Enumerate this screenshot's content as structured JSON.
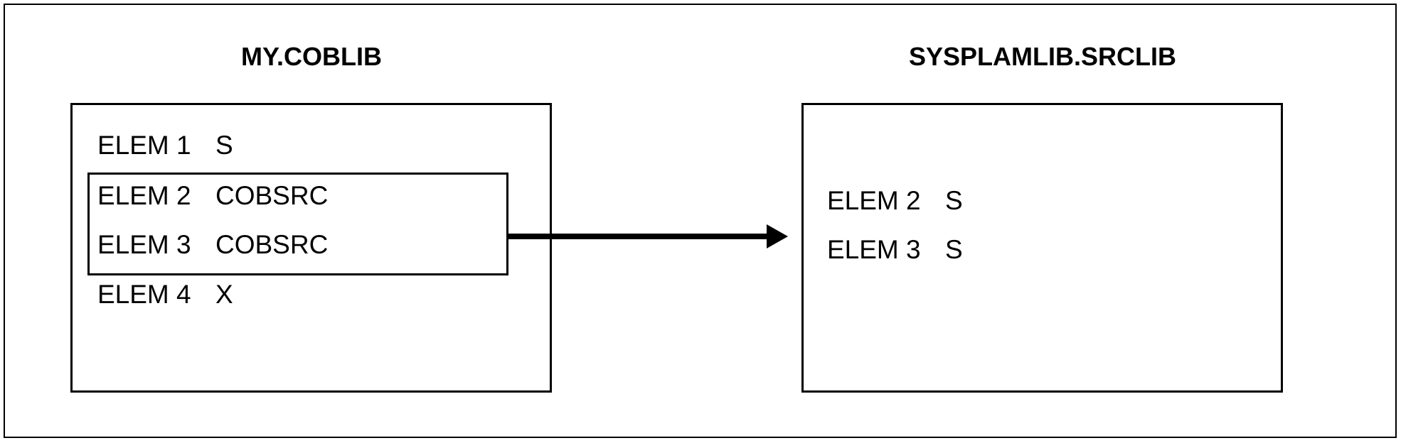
{
  "source_library": {
    "title": "MY.COBLIB",
    "elements": [
      {
        "name": "ELEM 1",
        "type": "S"
      },
      {
        "name": "ELEM 2",
        "type": "COBSRC"
      },
      {
        "name": "ELEM 3",
        "type": "COBSRC"
      },
      {
        "name": "ELEM 4",
        "type": "X"
      }
    ]
  },
  "target_library": {
    "title": "SYSPLAMLIB.SRCLIB",
    "elements": [
      {
        "name": "ELEM 2",
        "type": "S"
      },
      {
        "name": "ELEM 3",
        "type": "S"
      }
    ]
  },
  "arrow": {
    "icon": "arrow-right-icon",
    "color": "#000000"
  }
}
